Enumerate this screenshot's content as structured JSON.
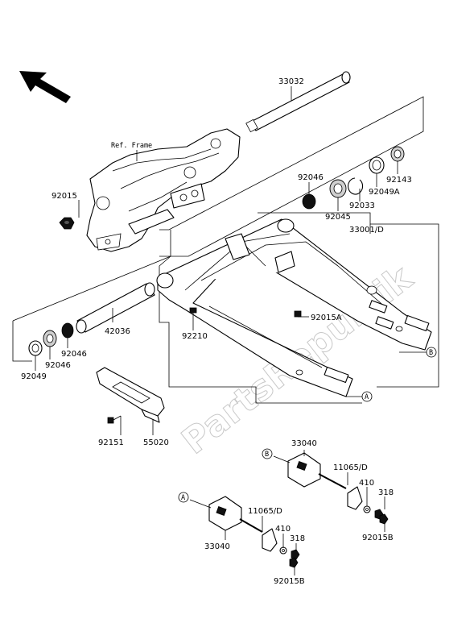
{
  "labels": {
    "l33032": "33032",
    "ref_frame": "Ref. Frame",
    "l92015": "92015",
    "l92046_top": "92046",
    "l92045": "92045",
    "l92033": "92033",
    "l92049A": "92049A",
    "l92143": "92143",
    "l33001D": "33001/D",
    "l42036": "42036",
    "l92210": "92210",
    "l92015A": "92015A",
    "l92049": "92049",
    "l92046_a": "92046",
    "l92046_b": "92046",
    "l92151": "92151",
    "l55020": "55020",
    "l33040_top": "33040",
    "l11065D_top": "11065/D",
    "l410_top": "410",
    "l318_top": "318",
    "l92015B_top": "92015B",
    "l11065D_bot": "11065/D",
    "l410_bot": "410",
    "l318_bot": "318",
    "l33040_bot": "33040",
    "l92015B_bot": "92015B"
  },
  "callouts": {
    "a": "A",
    "b": "B"
  },
  "watermark": "PartsRepublik",
  "icons": {
    "direction": "front-direction-arrow-icon"
  }
}
